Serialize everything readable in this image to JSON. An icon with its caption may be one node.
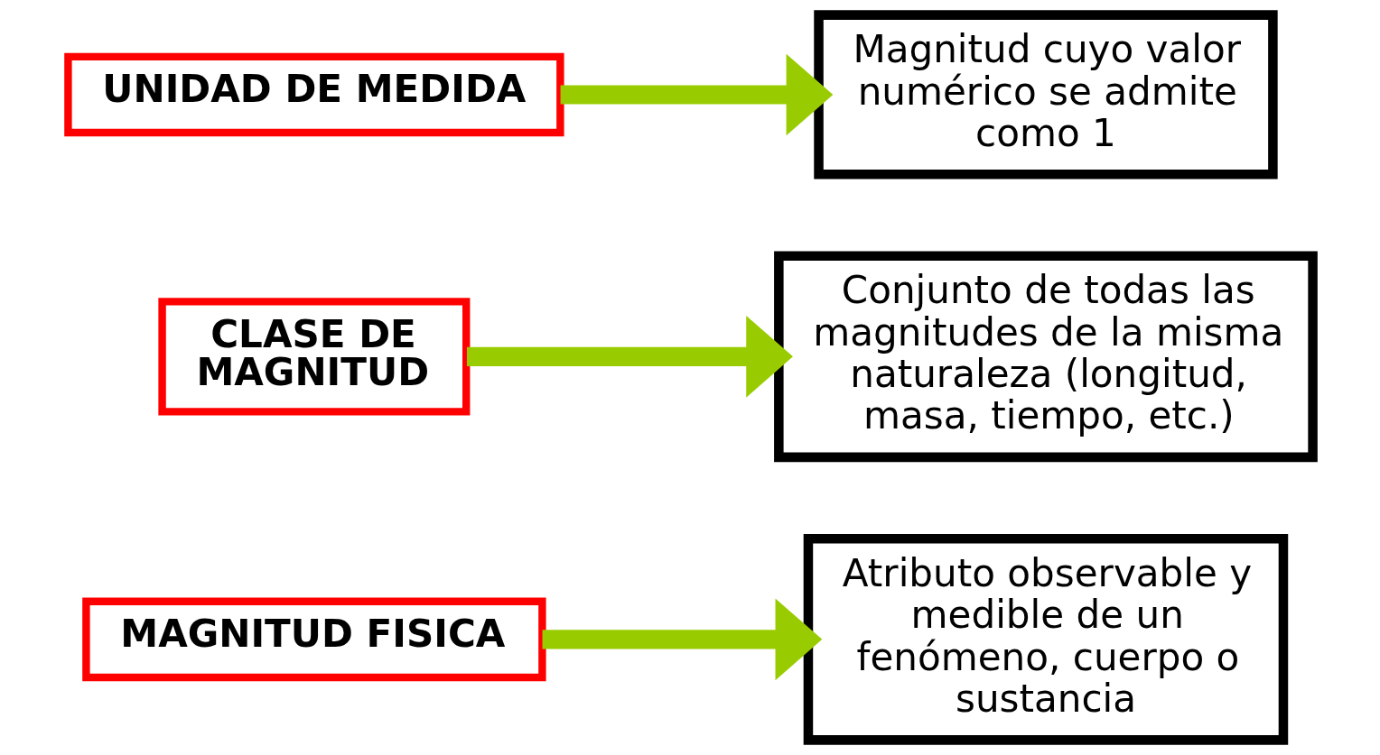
{
  "diagram": {
    "nodes": [
      {
        "text": [
          "MAGNITUD FISICA"
        ]
      },
      {
        "text": [
          "Atributo observable y medible de un fenómeno, cuerpo o sustancia"
        ]
      },
      {
        "text": [
          "CLASE DE MAGNITUD"
        ]
      },
      {
        "text": [
          "Conjunto de todas las magnitudes de la misma naturaleza (longitud, masa, tiempo, etc.)"
        ]
      },
      {
        "text": [
          "UNIDAD DE MEDIDA"
        ]
      },
      {
        "text": [
          "Magnitud cuyo valor numérico se admite como 1"
        ]
      }
    ],
    "edges": [
      {
        "from": 0,
        "to": 1,
        "arrow": "to"
      },
      {
        "from": 2,
        "to": 3,
        "arrow": "to"
      },
      {
        "from": 4,
        "to": 5,
        "arrow": "to"
      }
    ]
  }
}
